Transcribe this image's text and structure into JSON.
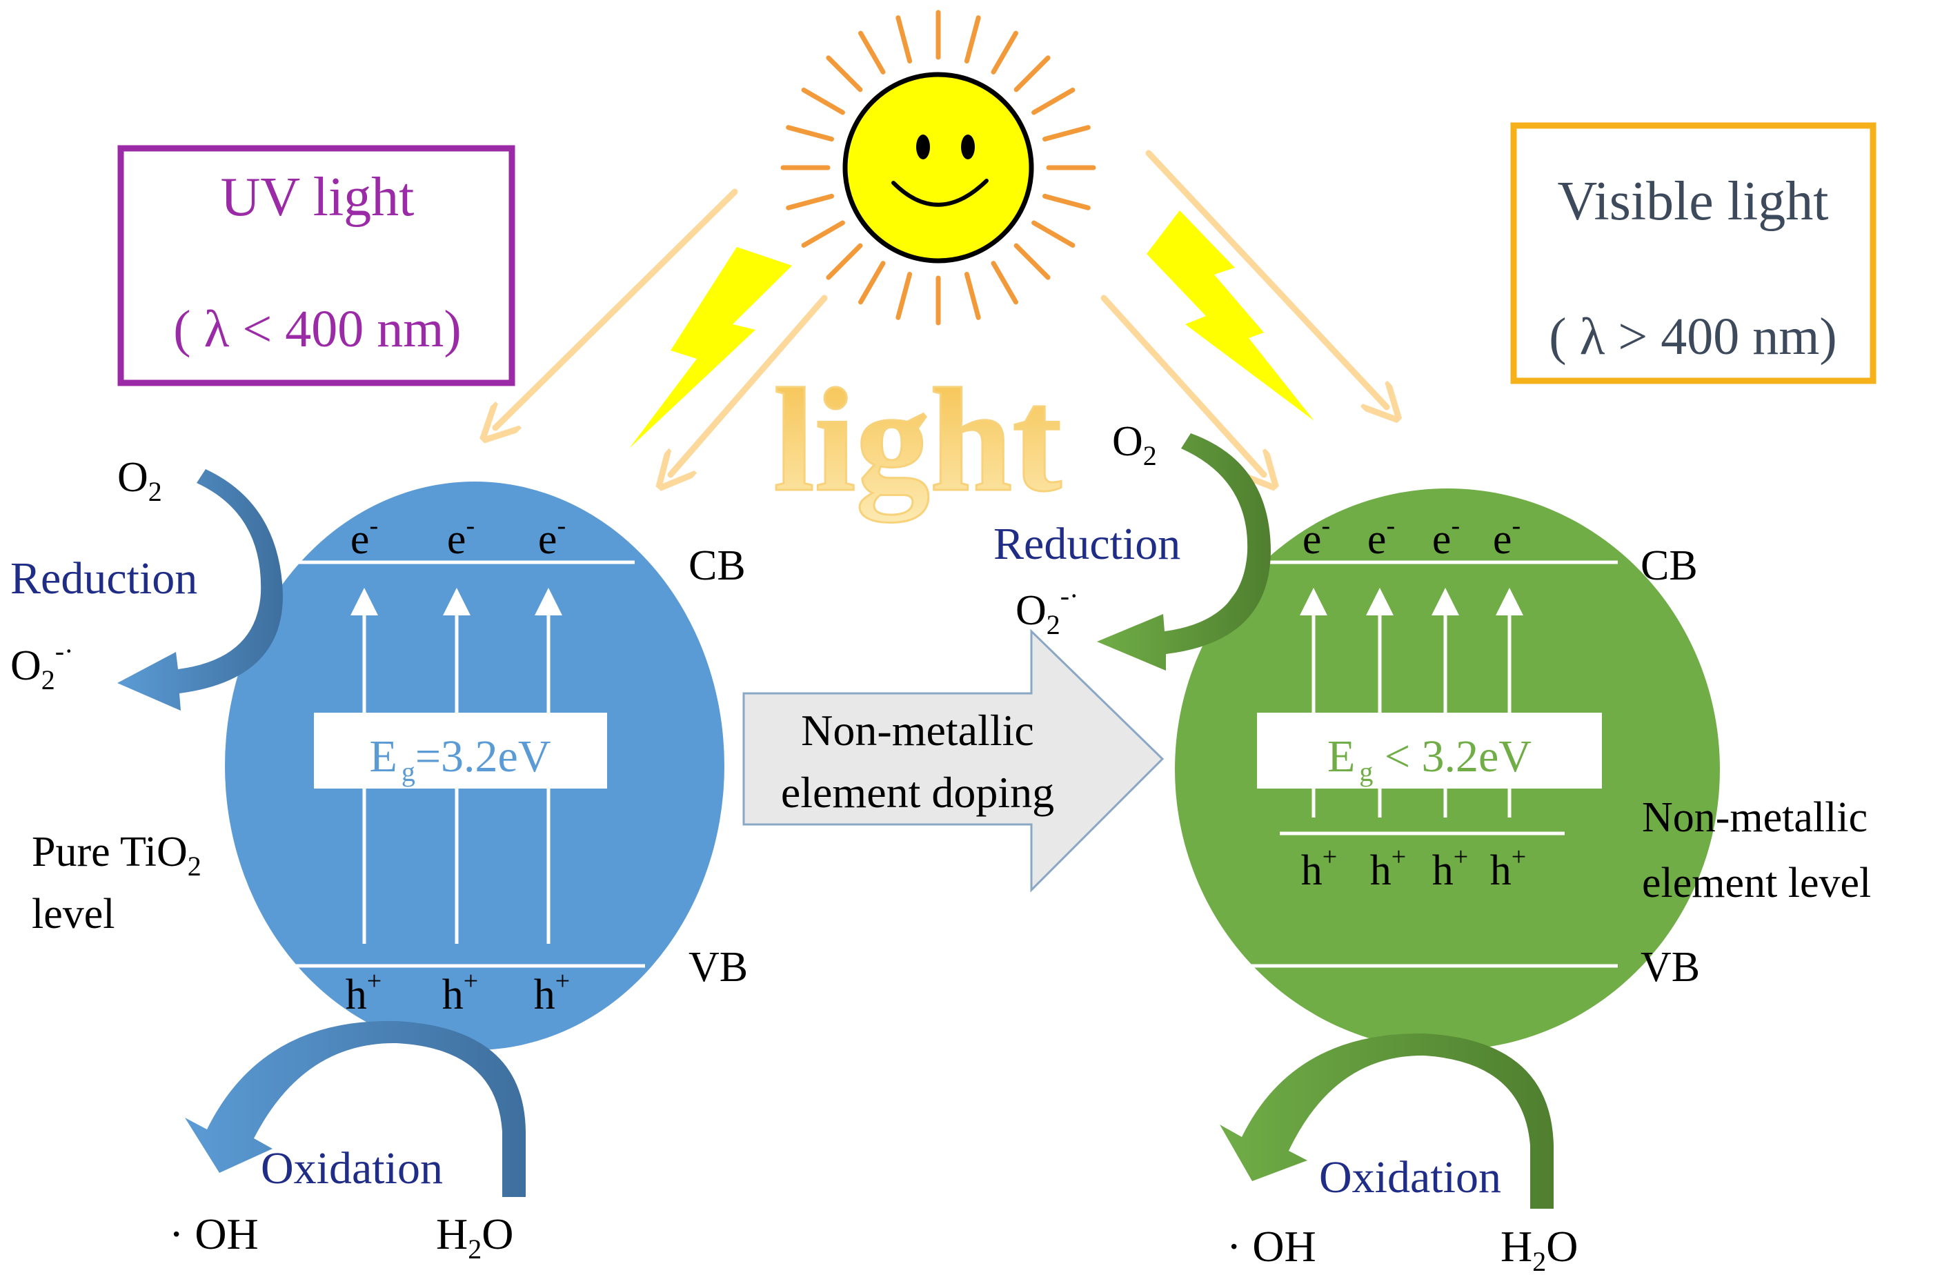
{
  "colors": {
    "uv_box": "#9b2aa6",
    "visible_box": "#f5b01a",
    "blue_sphere": "#5b9bd5",
    "green_sphere": "#70ad47",
    "sun": "#ffff00",
    "sun_rays": "#f29a3a",
    "light_beams": "#fdd89b",
    "lightning": "#ffff00",
    "reaction_text": "#1f2d86",
    "eg_blue_text": "#5b9bd5",
    "eg_green_text": "#70ad47",
    "doping_arrow_fill": "#e8e8e8",
    "doping_arrow_stroke": "#8aa7c6",
    "light_word": "#fbd36a"
  },
  "uv_box": {
    "line1": "UV  light",
    "line2": "( λ < 400 nm)"
  },
  "visible_box": {
    "line1": "Visible  light",
    "line2": "( λ > 400 nm)"
  },
  "light_word": "light",
  "doping_arrow": {
    "line1": "Non-metallic",
    "line2": "element doping"
  },
  "left": {
    "o2": "O",
    "o2_sub": "2",
    "reduction": "Reduction",
    "o2_radical": "O",
    "o2_radical_sub": "2",
    "o2_radical_sup": "-·",
    "electrons": [
      "e",
      "e",
      "e"
    ],
    "electron_sup": "-",
    "holes": [
      "h",
      "h",
      "h"
    ],
    "hole_sup": "+",
    "cb": "CB",
    "vb": "VB",
    "eg_main": "E",
    "eg_sub": "g",
    "eg_value": "=3.2eV",
    "pure_line1": "Pure TiO",
    "pure_sub": "2",
    "pure_line2": "level",
    "oxidation": "Oxidation",
    "oh": "· OH",
    "h2o_h": "H",
    "h2o_sub": "2",
    "h2o_o": "O"
  },
  "right": {
    "o2": "O",
    "o2_sub": "2",
    "reduction": "Reduction",
    "o2_radical": "O",
    "o2_radical_sub": "2",
    "o2_radical_sup": "-·",
    "electrons": [
      "e",
      "e",
      "e",
      "e"
    ],
    "electron_sup": "-",
    "holes": [
      "h",
      "h",
      "h",
      "h"
    ],
    "hole_sup": "+",
    "cb": "CB",
    "vb": "VB",
    "eg_main": "E",
    "eg_sub": "g",
    "eg_value": " < 3.2eV",
    "nm_line1": "Non-metallic",
    "nm_line2": "element  level",
    "oxidation": "Oxidation",
    "oh": "· OH",
    "h2o_h": "H",
    "h2o_sub": "2",
    "h2o_o": "O"
  }
}
